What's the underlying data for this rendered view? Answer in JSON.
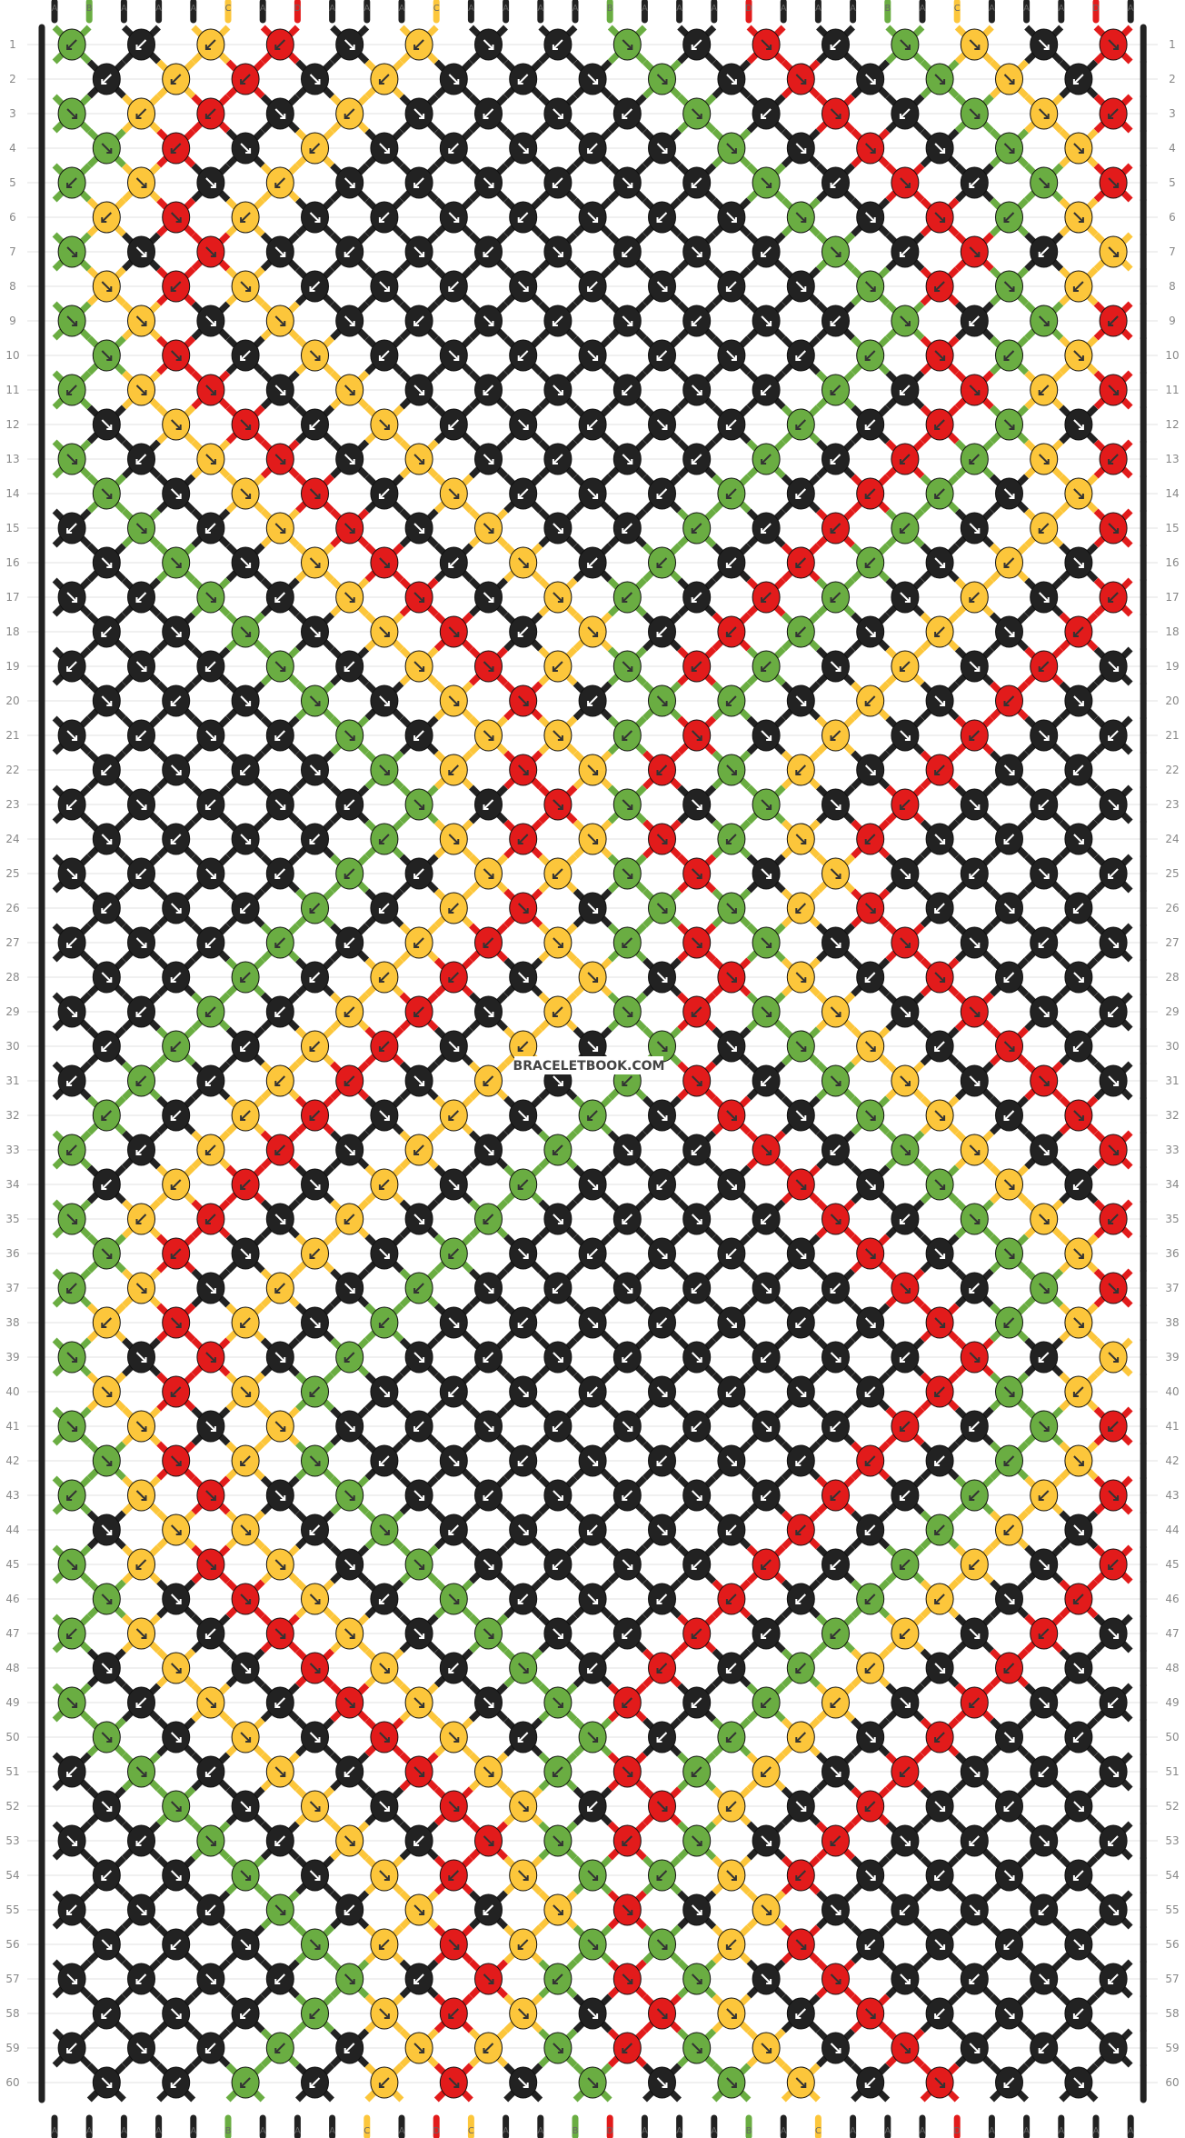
{
  "watermark": "BRACELETBOOK.COM",
  "colors": {
    "A": "#222222",
    "B": "#6aad42",
    "C": "#fcc63b",
    "D": "#e21b1b"
  },
  "strands_top": [
    "A",
    "B",
    "A",
    "A",
    "A",
    "C",
    "A",
    "D",
    "A",
    "A",
    "A",
    "C",
    "A",
    "A",
    "A",
    "A",
    "B",
    "A",
    "A",
    "A",
    "D",
    "A",
    "A",
    "A",
    "B",
    "A",
    "C",
    "A",
    "A",
    "A",
    "D",
    "A"
  ],
  "row_count": 60,
  "row_labels": [
    "1",
    "2",
    "3",
    "4",
    "5",
    "6",
    "7",
    "8",
    "9",
    "10",
    "11",
    "12",
    "13",
    "14",
    "15",
    "16",
    "17",
    "18",
    "19",
    "20",
    "21",
    "22",
    "23",
    "24",
    "25",
    "26",
    "27",
    "28",
    "29",
    "30",
    "31",
    "32",
    "33",
    "34",
    "35",
    "36",
    "37",
    "38",
    "39",
    "40",
    "41",
    "42",
    "43",
    "44",
    "45",
    "46",
    "47",
    "48",
    "49",
    "50",
    "51",
    "52",
    "53",
    "54",
    "55",
    "56",
    "57",
    "58",
    "59",
    "60"
  ],
  "motif": {
    "red_diagonal_strand": 20,
    "green_diagonal_strand": 16,
    "yellow_diagonal_strand": 11,
    "yellow_zigzag_strands": [
      5,
      26
    ],
    "green_edge_strands": [
      1,
      24
    ],
    "red_edge_strands": [
      7,
      30
    ]
  }
}
